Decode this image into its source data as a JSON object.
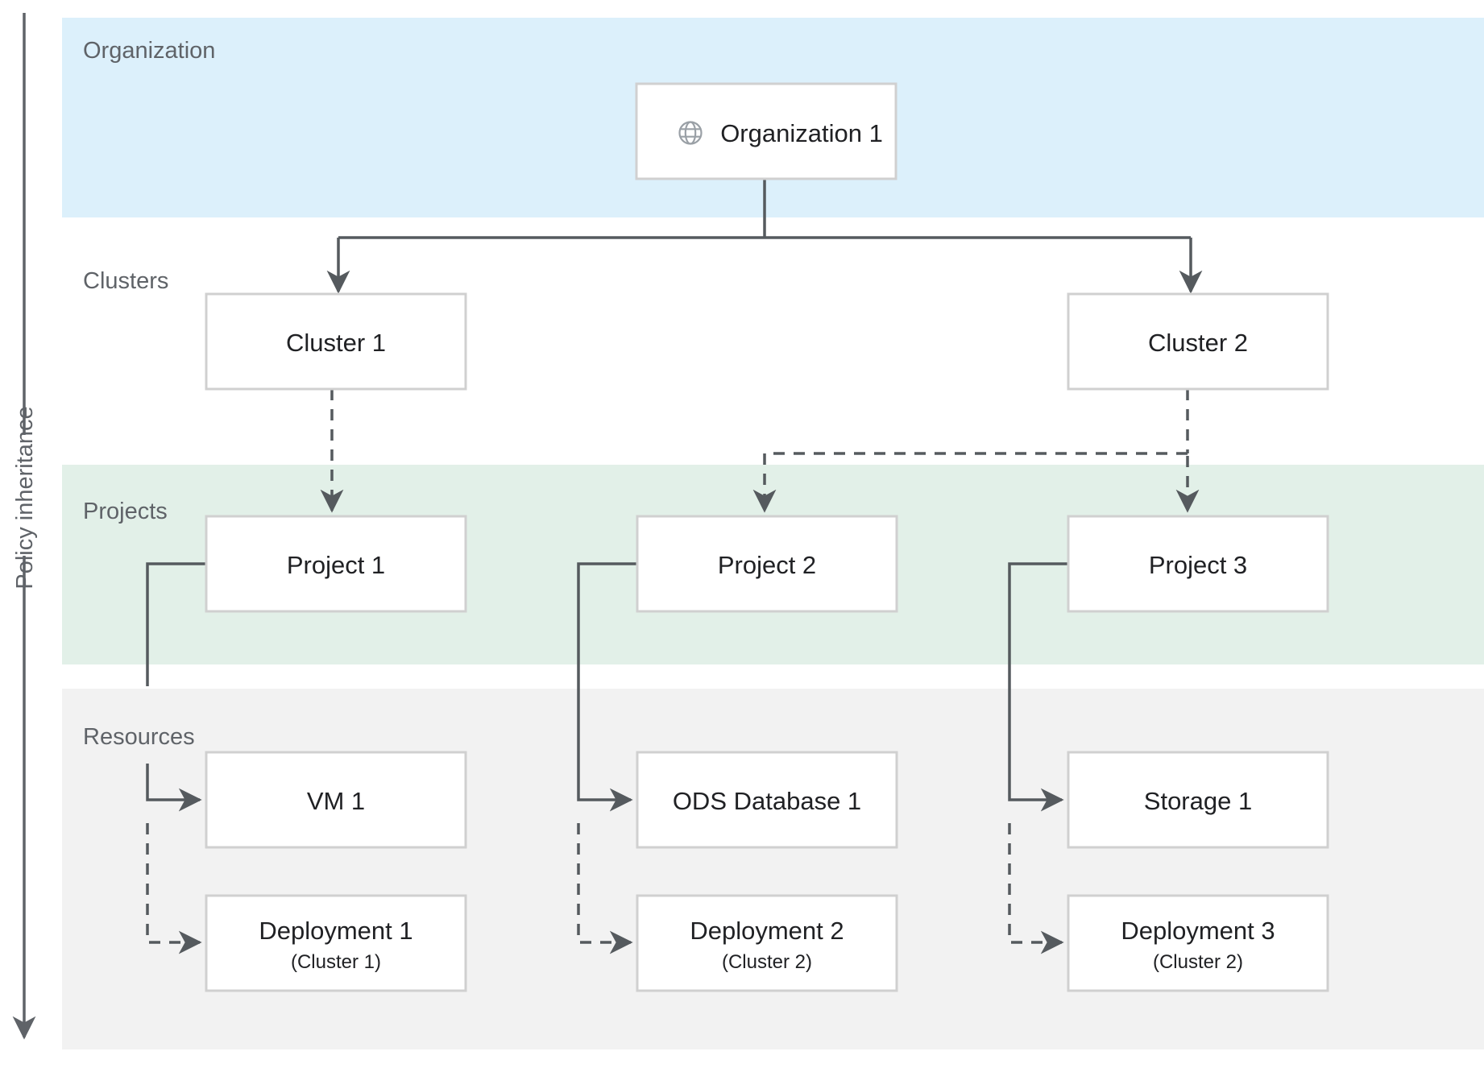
{
  "axis": {
    "label": "Policy inheritance",
    "arrow_direction": "down"
  },
  "colors": {
    "organization_band": "#dcf0fb",
    "clusters_band": "#ffffff",
    "projects_band": "#e2f0e8",
    "resources_band": "#f2f2f2",
    "node_border": "#d0d0d0",
    "node_fill": "#ffffff",
    "connector": "#555a5e",
    "band_label_text": "#5f6368",
    "node_label_text": "#202124",
    "icon": "#9aa0a6"
  },
  "bands": [
    {
      "id": "organization",
      "label": "Organization",
      "background": "#dcf0fb"
    },
    {
      "id": "clusters",
      "label": "Clusters",
      "background": "#ffffff"
    },
    {
      "id": "projects",
      "label": "Projects",
      "background": "#e2f0e8"
    },
    {
      "id": "resources",
      "label": "Resources",
      "background": "#f2f2f2"
    }
  ],
  "nodes": {
    "organization_1": {
      "label": "Organization 1",
      "icon": "globe-icon",
      "tier": "organization"
    },
    "cluster_1": {
      "label": "Cluster 1",
      "tier": "clusters"
    },
    "cluster_2": {
      "label": "Cluster 2",
      "tier": "clusters"
    },
    "project_1": {
      "label": "Project 1",
      "tier": "projects"
    },
    "project_2": {
      "label": "Project 2",
      "tier": "projects"
    },
    "project_3": {
      "label": "Project 3",
      "tier": "projects"
    },
    "vm_1": {
      "label": "VM 1",
      "tier": "resources"
    },
    "ods_database_1": {
      "label": "ODS Database 1",
      "tier": "resources"
    },
    "storage_1": {
      "label": "Storage 1",
      "tier": "resources"
    },
    "deployment_1": {
      "label": "Deployment 1",
      "sublabel": "(Cluster 1)",
      "tier": "resources"
    },
    "deployment_2": {
      "label": "Deployment 2",
      "sublabel": "(Cluster 2)",
      "tier": "resources"
    },
    "deployment_3": {
      "label": "Deployment 3",
      "sublabel": "(Cluster 2)",
      "tier": "resources"
    }
  },
  "edges": [
    {
      "from": "organization_1",
      "to": "cluster_1",
      "style": "solid"
    },
    {
      "from": "organization_1",
      "to": "cluster_2",
      "style": "solid"
    },
    {
      "from": "cluster_1",
      "to": "project_1",
      "style": "dashed"
    },
    {
      "from": "cluster_2",
      "to": "project_2",
      "style": "dashed"
    },
    {
      "from": "cluster_2",
      "to": "project_3",
      "style": "dashed"
    },
    {
      "from": "project_1",
      "to": "vm_1",
      "style": "solid"
    },
    {
      "from": "project_1",
      "to": "deployment_1",
      "style": "dashed"
    },
    {
      "from": "project_2",
      "to": "ods_database_1",
      "style": "solid"
    },
    {
      "from": "project_2",
      "to": "deployment_2",
      "style": "dashed"
    },
    {
      "from": "project_3",
      "to": "storage_1",
      "style": "solid"
    },
    {
      "from": "project_3",
      "to": "deployment_3",
      "style": "dashed"
    }
  ]
}
